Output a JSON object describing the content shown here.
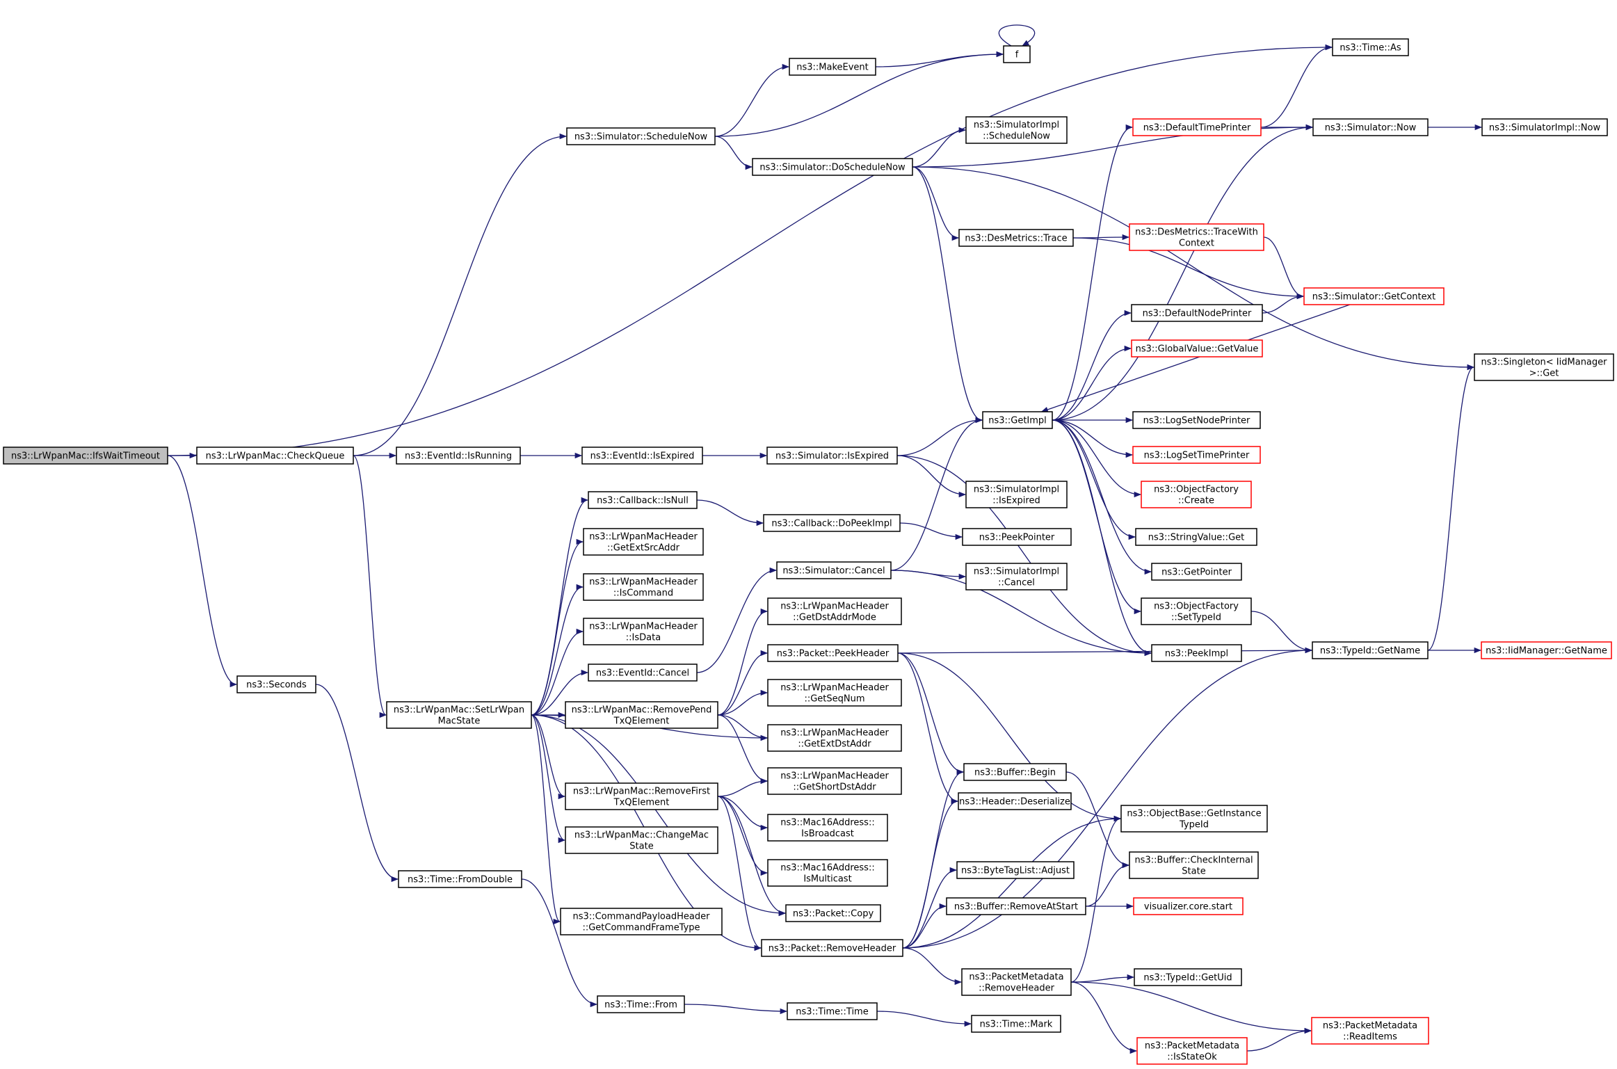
{
  "colors": {
    "edge": "#191970",
    "border_default": "#000000",
    "border_truncated": "#ff0000",
    "fill_default": "#ffffff",
    "fill_root": "#bfbfbf"
  },
  "nodes": [
    {
      "id": "n1",
      "lines": [
        "ns3::LrWpanMac::IfsWaitTimeout"
      ],
      "style": "root"
    },
    {
      "id": "n2",
      "lines": [
        "ns3::LrWpanMac::CheckQueue"
      ],
      "style": "default"
    },
    {
      "id": "n3",
      "lines": [
        "ns3::Seconds"
      ],
      "style": "default"
    },
    {
      "id": "n4",
      "lines": [
        "ns3::Time::As"
      ],
      "style": "default"
    },
    {
      "id": "n5",
      "lines": [
        "ns3::EventId::IsRunning"
      ],
      "style": "default"
    },
    {
      "id": "n6",
      "lines": [
        "ns3::LrWpanMac::SetLrWpan",
        "MacState"
      ],
      "style": "default"
    },
    {
      "id": "n7",
      "lines": [
        "ns3::Simulator::ScheduleNow"
      ],
      "style": "default"
    },
    {
      "id": "n8",
      "lines": [
        "ns3::Time::FromDouble"
      ],
      "style": "default"
    },
    {
      "id": "n9",
      "lines": [
        "ns3::EventId::IsExpired"
      ],
      "style": "default"
    },
    {
      "id": "n10",
      "lines": [
        "ns3::Callback::IsNull"
      ],
      "style": "default"
    },
    {
      "id": "n11",
      "lines": [
        "ns3::LrWpanMacHeader",
        "::GetExtSrcAddr"
      ],
      "style": "default"
    },
    {
      "id": "n12",
      "lines": [
        "ns3::LrWpanMacHeader",
        "::IsCommand"
      ],
      "style": "default"
    },
    {
      "id": "n13",
      "lines": [
        "ns3::LrWpanMacHeader",
        "::IsData"
      ],
      "style": "default"
    },
    {
      "id": "n14",
      "lines": [
        "ns3::EventId::Cancel"
      ],
      "style": "default"
    },
    {
      "id": "n15",
      "lines": [
        "ns3::LrWpanMac::RemovePend",
        "TxQElement"
      ],
      "style": "default"
    },
    {
      "id": "n16",
      "lines": [
        "ns3::LrWpanMac::RemoveFirst",
        "TxQElement"
      ],
      "style": "default"
    },
    {
      "id": "n17",
      "lines": [
        "ns3::LrWpanMac::ChangeMac",
        "State"
      ],
      "style": "default"
    },
    {
      "id": "n18",
      "lines": [
        "ns3::CommandPayloadHeader",
        "::GetCommandFrameType"
      ],
      "style": "default"
    },
    {
      "id": "n19",
      "lines": [
        "ns3::Time::From"
      ],
      "style": "default"
    },
    {
      "id": "n20",
      "lines": [
        "ns3::MakeEvent"
      ],
      "style": "default"
    },
    {
      "id": "n21",
      "lines": [
        "f"
      ],
      "style": "default"
    },
    {
      "id": "n22",
      "lines": [
        "ns3::Simulator::DoScheduleNow"
      ],
      "style": "default"
    },
    {
      "id": "n23",
      "lines": [
        "ns3::Simulator::IsExpired"
      ],
      "style": "default"
    },
    {
      "id": "n24",
      "lines": [
        "ns3::Callback::DoPeekImpl"
      ],
      "style": "default"
    },
    {
      "id": "n25",
      "lines": [
        "ns3::Simulator::Cancel"
      ],
      "style": "default"
    },
    {
      "id": "n26",
      "lines": [
        "ns3::LrWpanMacHeader",
        "::GetDstAddrMode"
      ],
      "style": "default"
    },
    {
      "id": "n27",
      "lines": [
        "ns3::Packet::PeekHeader"
      ],
      "style": "default"
    },
    {
      "id": "n28",
      "lines": [
        "ns3::LrWpanMacHeader",
        "::GetSeqNum"
      ],
      "style": "default"
    },
    {
      "id": "n29",
      "lines": [
        "ns3::LrWpanMacHeader",
        "::GetExtDstAddr"
      ],
      "style": "default"
    },
    {
      "id": "n30",
      "lines": [
        "ns3::LrWpanMacHeader",
        "::GetShortDstAddr"
      ],
      "style": "default"
    },
    {
      "id": "n31",
      "lines": [
        "ns3::Mac16Address::",
        "IsBroadcast"
      ],
      "style": "default"
    },
    {
      "id": "n32",
      "lines": [
        "ns3::Mac16Address::",
        "IsMulticast"
      ],
      "style": "default"
    },
    {
      "id": "n33",
      "lines": [
        "ns3::Packet::Copy"
      ],
      "style": "default"
    },
    {
      "id": "n34",
      "lines": [
        "ns3::Packet::RemoveHeader"
      ],
      "style": "default"
    },
    {
      "id": "n35",
      "lines": [
        "ns3::Time::Time"
      ],
      "style": "default"
    },
    {
      "id": "n36",
      "lines": [
        "ns3::SimulatorImpl",
        "::ScheduleNow"
      ],
      "style": "default"
    },
    {
      "id": "n37",
      "lines": [
        "ns3::DesMetrics::Trace"
      ],
      "style": "default"
    },
    {
      "id": "n38",
      "lines": [
        "ns3::GetImpl"
      ],
      "style": "default"
    },
    {
      "id": "n39",
      "lines": [
        "ns3::SimulatorImpl",
        "::IsExpired"
      ],
      "style": "default"
    },
    {
      "id": "n40",
      "lines": [
        "ns3::PeekPointer"
      ],
      "style": "default"
    },
    {
      "id": "n41",
      "lines": [
        "ns3::SimulatorImpl",
        "::Cancel"
      ],
      "style": "default"
    },
    {
      "id": "n42",
      "lines": [
        "ns3::Buffer::Begin"
      ],
      "style": "default"
    },
    {
      "id": "n43",
      "lines": [
        "ns3::Header::Deserialize"
      ],
      "style": "default"
    },
    {
      "id": "n44",
      "lines": [
        "ns3::ByteTagList::Adjust"
      ],
      "style": "default"
    },
    {
      "id": "n45",
      "lines": [
        "ns3::Buffer::RemoveAtStart"
      ],
      "style": "default"
    },
    {
      "id": "n46",
      "lines": [
        "ns3::PacketMetadata",
        "::RemoveHeader"
      ],
      "style": "default"
    },
    {
      "id": "n47",
      "lines": [
        "ns3::Time::Mark"
      ],
      "style": "default"
    },
    {
      "id": "n48",
      "lines": [
        "ns3::DefaultTimePrinter"
      ],
      "style": "truncated"
    },
    {
      "id": "n49",
      "lines": [
        "ns3::DesMetrics::TraceWith",
        "Context"
      ],
      "style": "truncated"
    },
    {
      "id": "n50",
      "lines": [
        "ns3::DefaultNodePrinter"
      ],
      "style": "default"
    },
    {
      "id": "n51",
      "lines": [
        "ns3::GlobalValue::GetValue"
      ],
      "style": "truncated"
    },
    {
      "id": "n52",
      "lines": [
        "ns3::LogSetNodePrinter"
      ],
      "style": "default"
    },
    {
      "id": "n53",
      "lines": [
        "ns3::LogSetTimePrinter"
      ],
      "style": "truncated"
    },
    {
      "id": "n54",
      "lines": [
        "ns3::ObjectFactory",
        "::Create"
      ],
      "style": "truncated"
    },
    {
      "id": "n55",
      "lines": [
        "ns3::StringValue::Get"
      ],
      "style": "default"
    },
    {
      "id": "n56",
      "lines": [
        "ns3::GetPointer"
      ],
      "style": "default"
    },
    {
      "id": "n57",
      "lines": [
        "ns3::ObjectFactory",
        "::SetTypeId"
      ],
      "style": "default"
    },
    {
      "id": "n58",
      "lines": [
        "ns3::PeekImpl"
      ],
      "style": "default"
    },
    {
      "id": "n59",
      "lines": [
        "ns3::ObjectBase::GetInstance",
        "TypeId"
      ],
      "style": "default"
    },
    {
      "id": "n60",
      "lines": [
        "ns3::Buffer::CheckInternal",
        "State"
      ],
      "style": "default"
    },
    {
      "id": "n61",
      "lines": [
        "visualizer.core.start"
      ],
      "style": "truncated"
    },
    {
      "id": "n62",
      "lines": [
        "ns3::TypeId::GetUid"
      ],
      "style": "default"
    },
    {
      "id": "n63",
      "lines": [
        "ns3::PacketMetadata",
        "::IsStateOk"
      ],
      "style": "truncated"
    },
    {
      "id": "n64",
      "lines": [
        "ns3::Simulator::Now"
      ],
      "style": "default"
    },
    {
      "id": "n65",
      "lines": [
        "ns3::Simulator::GetContext"
      ],
      "style": "truncated"
    },
    {
      "id": "n66",
      "lines": [
        "ns3::TypeId::GetName"
      ],
      "style": "default"
    },
    {
      "id": "n67",
      "lines": [
        "ns3::PacketMetadata",
        "::ReadItems"
      ],
      "style": "truncated"
    },
    {
      "id": "n68",
      "lines": [
        "ns3::SimulatorImpl::Now"
      ],
      "style": "default"
    },
    {
      "id": "n69",
      "lines": [
        "ns3::Singleton< IidManager",
        ">::Get"
      ],
      "style": "default"
    },
    {
      "id": "n70",
      "lines": [
        "ns3::IidManager::GetName"
      ],
      "style": "truncated"
    }
  ],
  "edges": [
    [
      "n1",
      "n2"
    ],
    [
      "n1",
      "n4"
    ],
    [
      "n1",
      "n3"
    ],
    [
      "n2",
      "n5"
    ],
    [
      "n2",
      "n7"
    ],
    [
      "n2",
      "n6"
    ],
    [
      "n3",
      "n8"
    ],
    [
      "n5",
      "n9"
    ],
    [
      "n6",
      "n10"
    ],
    [
      "n6",
      "n11"
    ],
    [
      "n6",
      "n12"
    ],
    [
      "n6",
      "n13"
    ],
    [
      "n6",
      "n14"
    ],
    [
      "n6",
      "n15"
    ],
    [
      "n6",
      "n29"
    ],
    [
      "n6",
      "n16"
    ],
    [
      "n6",
      "n17"
    ],
    [
      "n6",
      "n18"
    ],
    [
      "n6",
      "n33"
    ],
    [
      "n6",
      "n34"
    ],
    [
      "n7",
      "n20"
    ],
    [
      "n7",
      "n21"
    ],
    [
      "n7",
      "n22"
    ],
    [
      "n8",
      "n19"
    ],
    [
      "n9",
      "n23"
    ],
    [
      "n10",
      "n24"
    ],
    [
      "n14",
      "n25"
    ],
    [
      "n15",
      "n26"
    ],
    [
      "n15",
      "n27"
    ],
    [
      "n15",
      "n28"
    ],
    [
      "n15",
      "n29"
    ],
    [
      "n15",
      "n30"
    ],
    [
      "n16",
      "n30"
    ],
    [
      "n16",
      "n31"
    ],
    [
      "n16",
      "n32"
    ],
    [
      "n16",
      "n33"
    ],
    [
      "n16",
      "n34"
    ],
    [
      "n19",
      "n35"
    ],
    [
      "n20",
      "n21"
    ],
    [
      "n21",
      "n21"
    ],
    [
      "n22",
      "n64"
    ],
    [
      "n22",
      "n36"
    ],
    [
      "n22",
      "n37"
    ],
    [
      "n22",
      "n38"
    ],
    [
      "n22",
      "n69"
    ],
    [
      "n23",
      "n38"
    ],
    [
      "n23",
      "n39"
    ],
    [
      "n23",
      "n58"
    ],
    [
      "n24",
      "n40"
    ],
    [
      "n25",
      "n38"
    ],
    [
      "n25",
      "n41"
    ],
    [
      "n25",
      "n58"
    ],
    [
      "n27",
      "n42"
    ],
    [
      "n27",
      "n43"
    ],
    [
      "n27",
      "n59"
    ],
    [
      "n27",
      "n66"
    ],
    [
      "n34",
      "n42"
    ],
    [
      "n34",
      "n43"
    ],
    [
      "n34",
      "n59"
    ],
    [
      "n34",
      "n44"
    ],
    [
      "n34",
      "n45"
    ],
    [
      "n34",
      "n46"
    ],
    [
      "n34",
      "n66"
    ],
    [
      "n35",
      "n47"
    ],
    [
      "n37",
      "n49"
    ],
    [
      "n37",
      "n65"
    ],
    [
      "n38",
      "n48"
    ],
    [
      "n38",
      "n64"
    ],
    [
      "n38",
      "n50"
    ],
    [
      "n38",
      "n51"
    ],
    [
      "n38",
      "n52"
    ],
    [
      "n38",
      "n53"
    ],
    [
      "n38",
      "n54"
    ],
    [
      "n38",
      "n55"
    ],
    [
      "n38",
      "n56"
    ],
    [
      "n38",
      "n57"
    ],
    [
      "n38",
      "n58"
    ],
    [
      "n42",
      "n60"
    ],
    [
      "n45",
      "n60"
    ],
    [
      "n45",
      "n61"
    ],
    [
      "n46",
      "n59"
    ],
    [
      "n46",
      "n62"
    ],
    [
      "n46",
      "n63"
    ],
    [
      "n46",
      "n67"
    ],
    [
      "n48",
      "n4"
    ],
    [
      "n48",
      "n64"
    ],
    [
      "n49",
      "n65"
    ],
    [
      "n50",
      "n65"
    ],
    [
      "n65",
      "n38"
    ],
    [
      "n57",
      "n66"
    ],
    [
      "n63",
      "n67"
    ],
    [
      "n64",
      "n68"
    ],
    [
      "n66",
      "n69"
    ],
    [
      "n66",
      "n70"
    ]
  ]
}
